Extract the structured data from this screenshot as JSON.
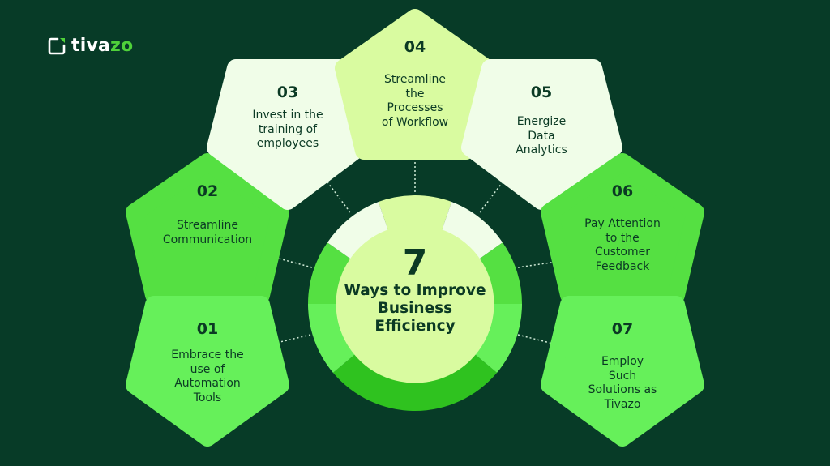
{
  "brand": {
    "name_part1": "tiva",
    "name_part2": "zo",
    "icon": "tivazo-logo-icon",
    "accent_color": "#4fd23a"
  },
  "colors": {
    "background": "#073b27",
    "text_dark": "#0b3a24",
    "white_green": "#f0fde8",
    "pale_lime": "#d9fba0",
    "mid_green": "#55e042",
    "bright_green": "#66f05a",
    "deep_green": "#2fc21f"
  },
  "center": {
    "number": "7",
    "title": "Ways to Improve\nBusiness\nEfficiency"
  },
  "steps": [
    {
      "number": "01",
      "text": "Embrace the\nuse of\nAutomation\nTools",
      "color": "#66f05a"
    },
    {
      "number": "02",
      "text": "Streamline\nCommunication",
      "color": "#55e042"
    },
    {
      "number": "03",
      "text": "Invest in the\ntraining of\nemployees",
      "color": "#f0fde8"
    },
    {
      "number": "04",
      "text": "Streamline\nthe\nProcesses\nof Workflow",
      "color": "#d9fba0"
    },
    {
      "number": "05",
      "text": "Energize\nData\nAnalytics",
      "color": "#f0fde8"
    },
    {
      "number": "06",
      "text": "Pay Attention\nto the\nCustomer\nFeedback",
      "color": "#55e042"
    },
    {
      "number": "07",
      "text": "Employ\nSuch\nSolutions as\nTivazo",
      "color": "#66f05a"
    }
  ]
}
